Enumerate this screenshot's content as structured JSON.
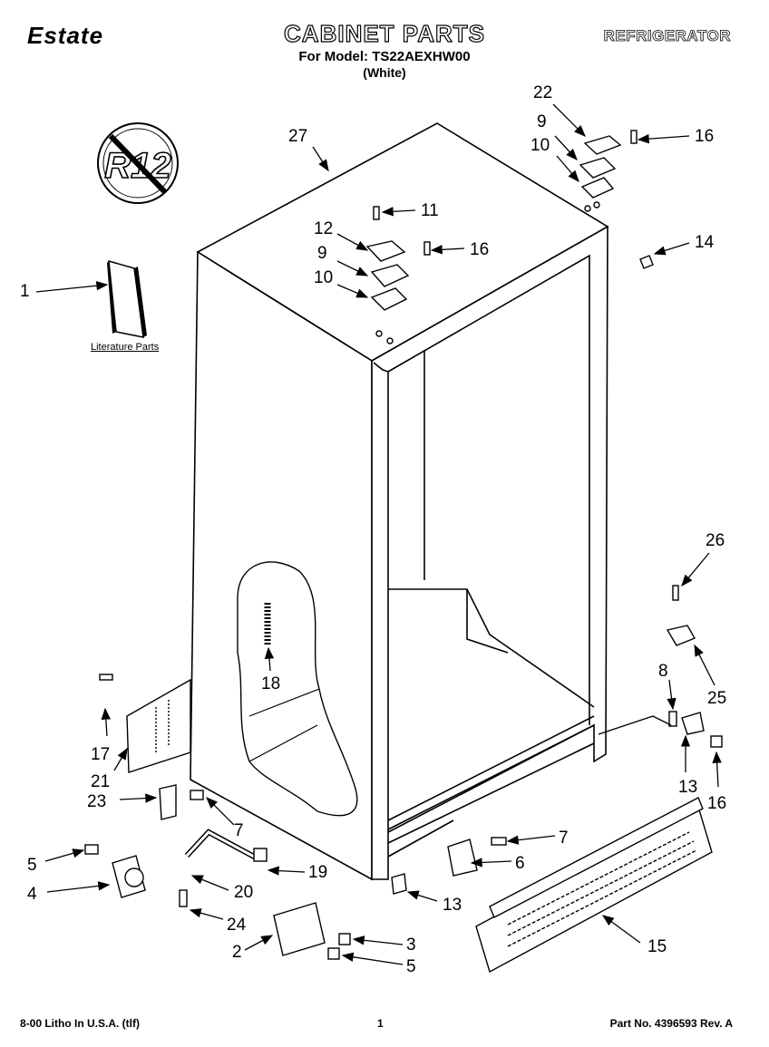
{
  "header": {
    "brand": "Estate",
    "title": "CABINET PARTS",
    "subtitle": "For Model: TS22AEXHW00",
    "color_note": "(White)",
    "category": "REFRIGERATOR"
  },
  "badge": {
    "text": "R12"
  },
  "literature_label": "Literature Parts",
  "callouts": {
    "c27": "27",
    "c22": "22",
    "c9a": "9",
    "c10a": "10",
    "c16a": "16",
    "c11": "11",
    "c12": "12",
    "c9b": "9",
    "c16b": "16",
    "c10b": "10",
    "c14": "14",
    "c1": "1",
    "c26": "26",
    "c18": "18",
    "c8": "8",
    "c25": "25",
    "c17": "17",
    "c21": "21",
    "c13a": "13",
    "c16c": "16",
    "c23": "23",
    "c7a": "7",
    "c7b": "7",
    "c6": "6",
    "c5a": "5",
    "c19": "19",
    "c4": "4",
    "c20": "20",
    "c13b": "13",
    "c24": "24",
    "c15": "15",
    "c3": "3",
    "c2": "2",
    "c5b": "5"
  },
  "footer": {
    "left": "8-00 Litho In U.S.A. (tlf)",
    "page": "1",
    "right": "Part No. 4396593 Rev. A"
  }
}
